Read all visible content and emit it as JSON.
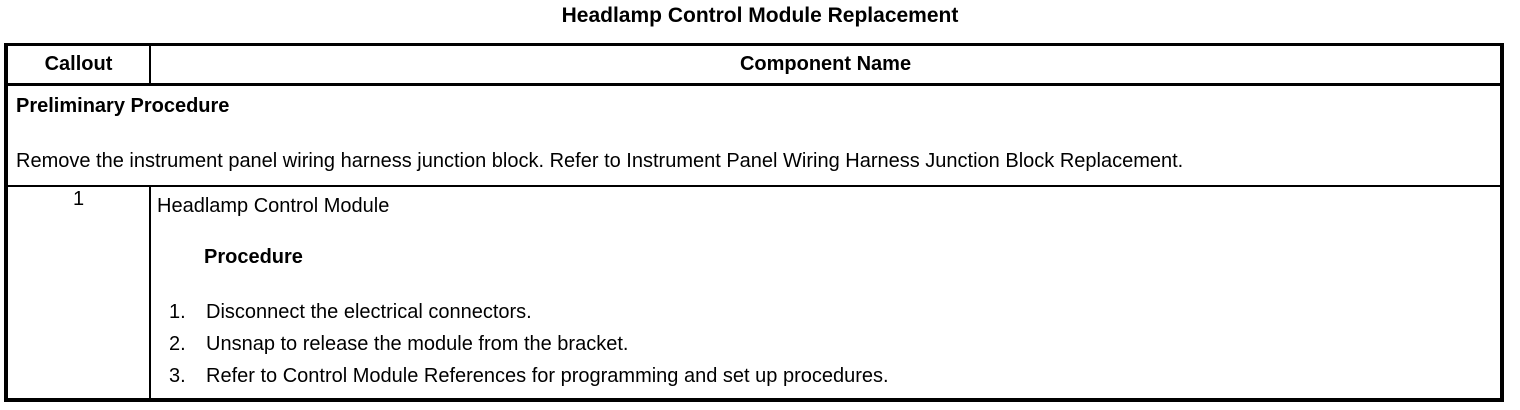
{
  "page": {
    "title": "Headlamp Control Module Replacement"
  },
  "table": {
    "headers": {
      "callout": "Callout",
      "component_name": "Component Name"
    },
    "preliminary": {
      "heading": "Preliminary Procedure",
      "text": "Remove the instrument panel wiring harness junction block. Refer to Instrument Panel Wiring Harness Junction Block Replacement."
    },
    "rows": [
      {
        "callout": "1",
        "component": "Headlamp Control Module",
        "procedure_heading": "Procedure",
        "steps": [
          "Disconnect the electrical connectors.",
          "Unsnap to release the module from the bracket.",
          "Refer to Control Module References for programming and set up procedures."
        ]
      }
    ]
  },
  "colors": {
    "text": "#000000",
    "background": "#ffffff",
    "border": "#000000"
  }
}
